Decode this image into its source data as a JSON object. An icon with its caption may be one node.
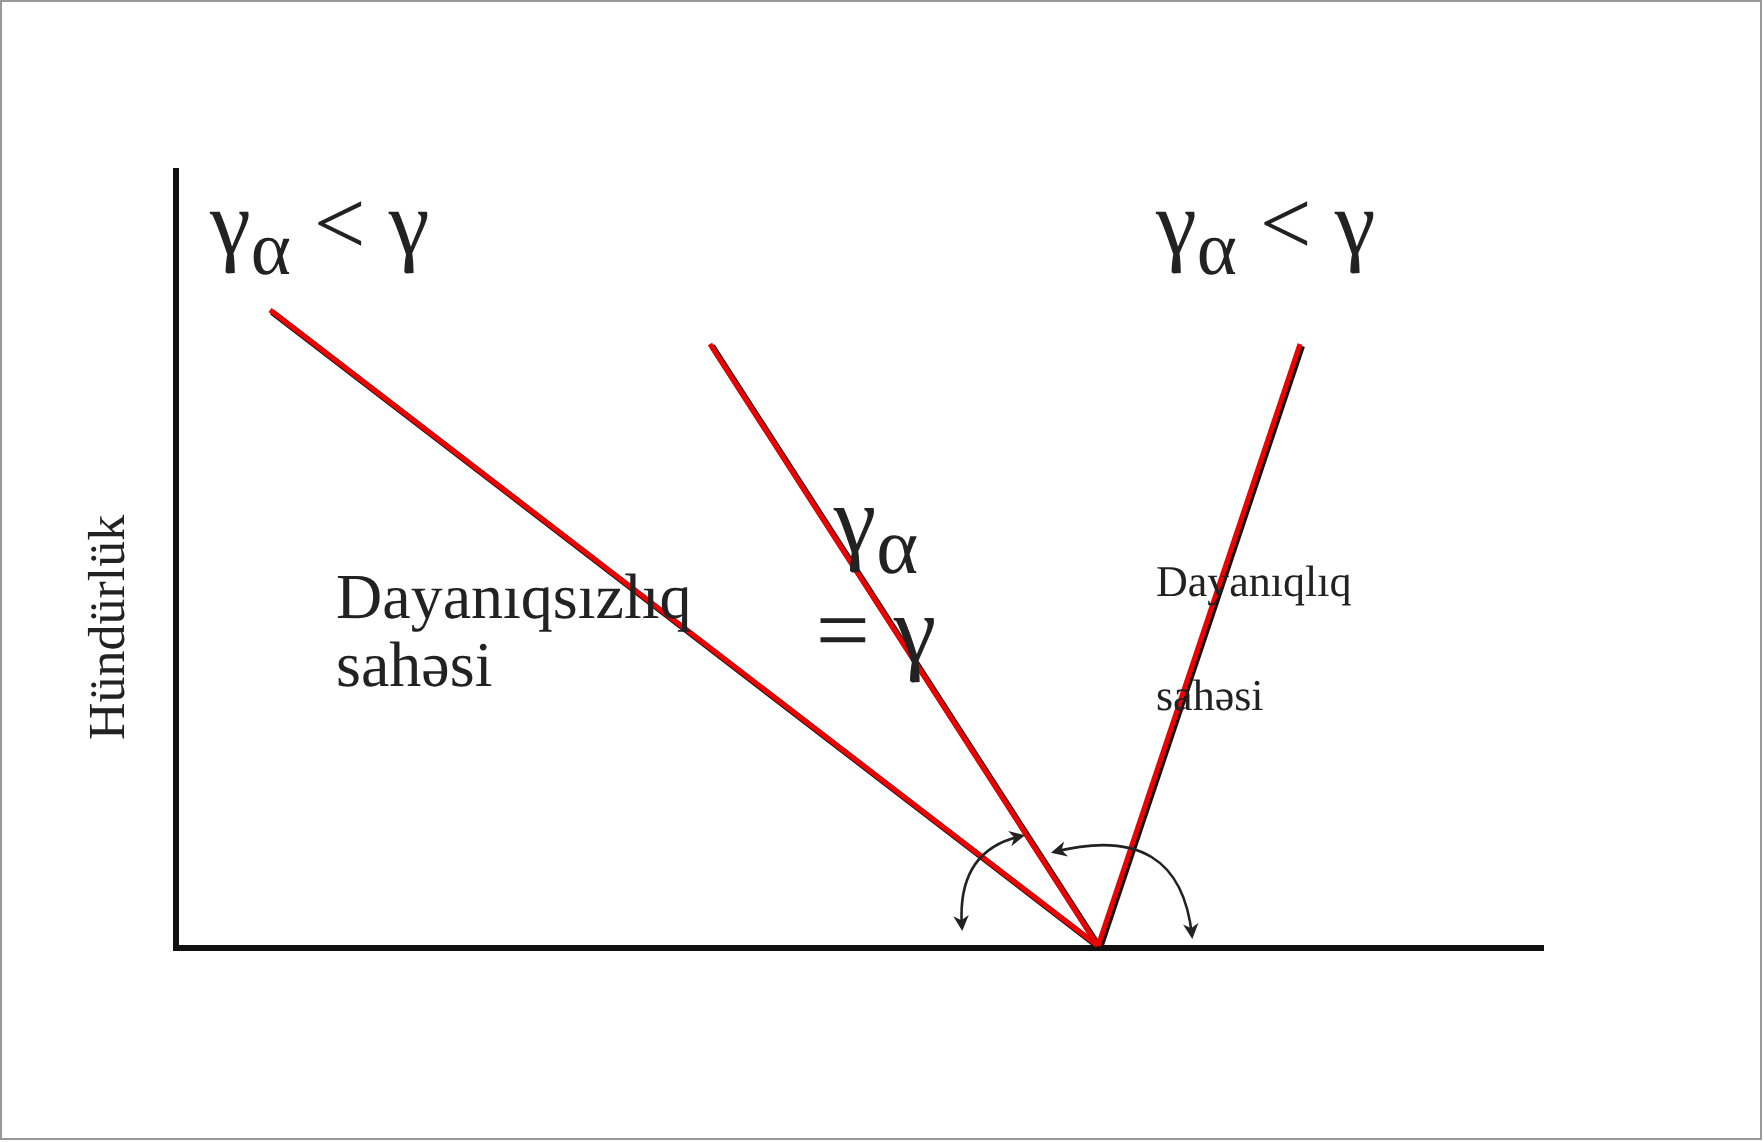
{
  "diagram": {
    "labels": [
      "γ$_{α}$ < γ",
      "γ$_{α}$ < γ",
      "γ$_{α}$ = γ",
      "Dayanıqsızlıq sahəsi",
      "Dayanıqlıq sahəsi",
      "Hündürlük"
    ]
  }
}
